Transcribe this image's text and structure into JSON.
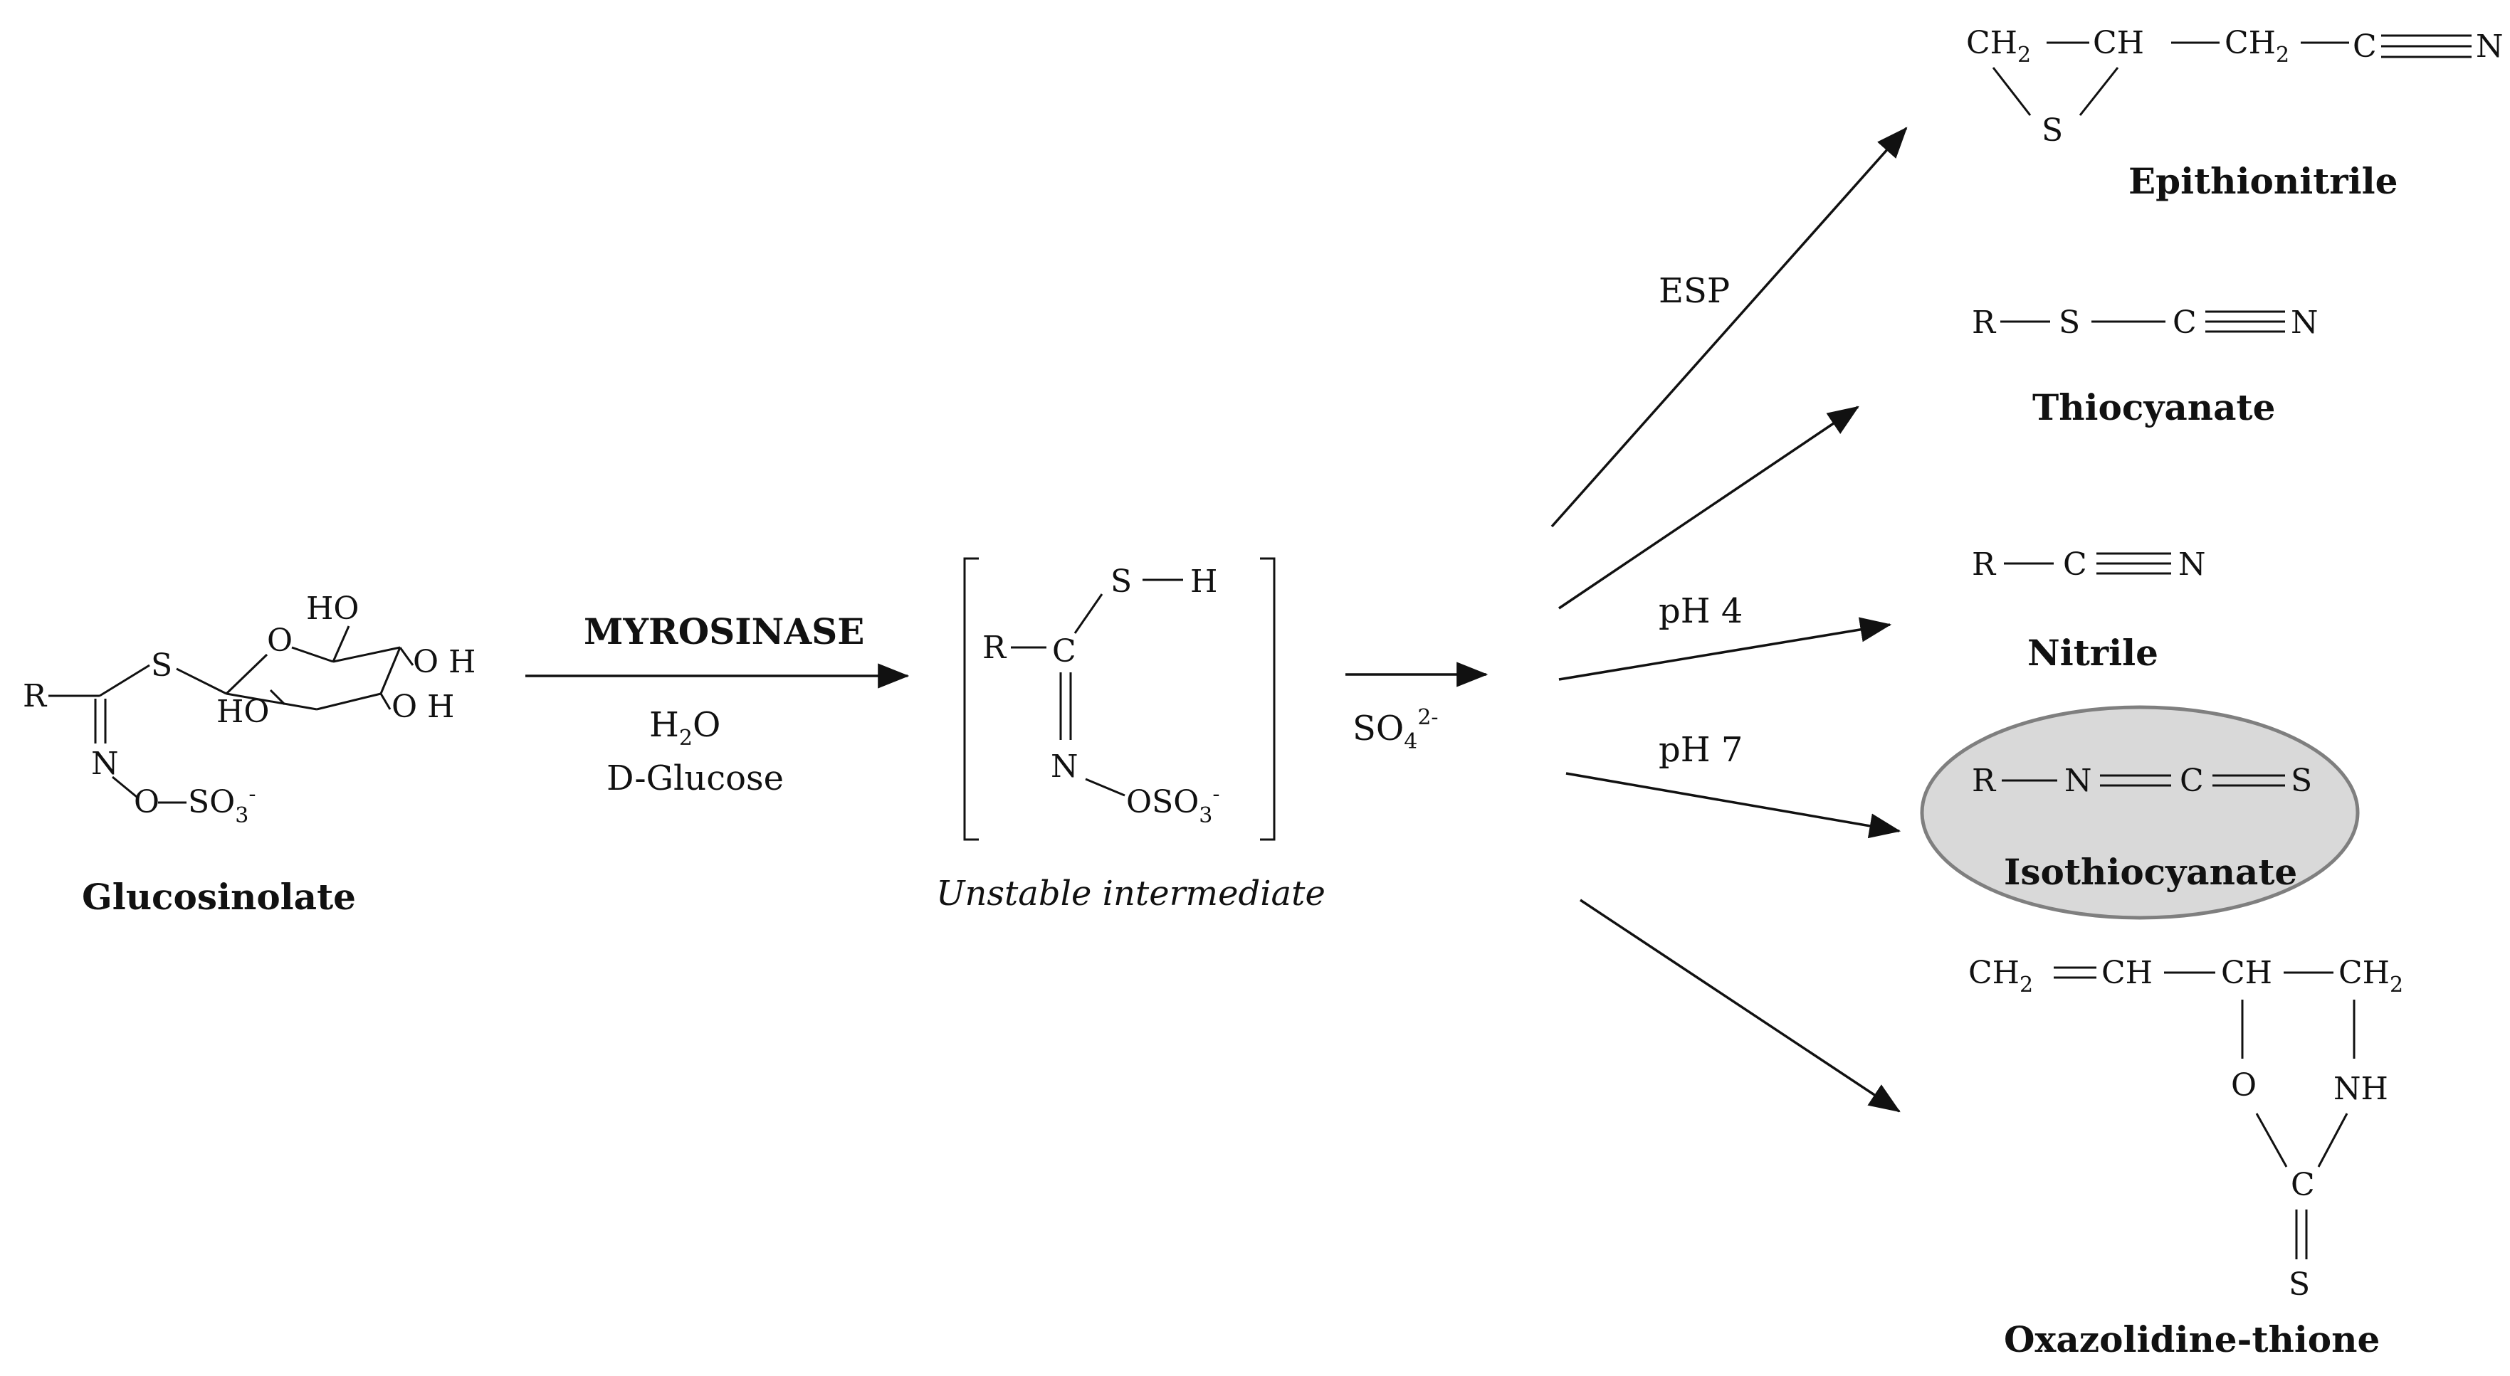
{
  "reactant": {
    "name": "Glucosinolate",
    "atoms": {
      "r": "R",
      "s": "S",
      "n": "N",
      "o": "O",
      "so3": "SO",
      "so3_sub": "3",
      "so3_sup": "-",
      "ring_o": "O",
      "ho_top": "HO",
      "oh1": "O H",
      "oh2": "O H",
      "ho_bottom": "HO"
    }
  },
  "enzyme": {
    "name": "MYROSINASE",
    "product1": "H",
    "product1_sub": "2",
    "product1_tail": "O",
    "product2": "D-Glucose"
  },
  "intermediate": {
    "label": "Unstable intermediate",
    "atoms": {
      "r": "R",
      "c": "C",
      "s": "S",
      "h": "H",
      "n": "N",
      "oso3": "OSO",
      "oso3_sub": "3",
      "oso3_sup": "-"
    }
  },
  "sulfate": {
    "text": "SO",
    "sub": "4",
    "sup": "2-"
  },
  "conditions": {
    "esp": "ESP",
    "ph4": "pH 4",
    "ph7": "pH 7"
  },
  "products": {
    "epithionitrile": {
      "name": "Epithionitrile",
      "a1": "CH",
      "a2": "CH",
      "a3": "CH",
      "a4": "C",
      "a5": "N",
      "s": "S",
      "sub": "2"
    },
    "thiocyanate": {
      "name": "Thiocyanate",
      "r": "R",
      "s": "S",
      "c": "C",
      "n": "N"
    },
    "nitrile": {
      "name": "Nitrile",
      "r": "R",
      "c": "C",
      "n": "N"
    },
    "isothiocyanate": {
      "name": "Isothiocyanate",
      "r": "R",
      "n": "N",
      "c": "C",
      "s": "S"
    },
    "oxazolidine": {
      "name": "Oxazolidine-thione",
      "a1": "CH",
      "a2": "CH",
      "a3": "CH",
      "a4": "CH",
      "o": "O",
      "nh": "NH",
      "c": "C",
      "s": "S",
      "sub": "2"
    }
  },
  "colors": {
    "highlight_fill": "#d9d9d9",
    "highlight_stroke": "#7f7f7f",
    "ink": "#111111"
  }
}
